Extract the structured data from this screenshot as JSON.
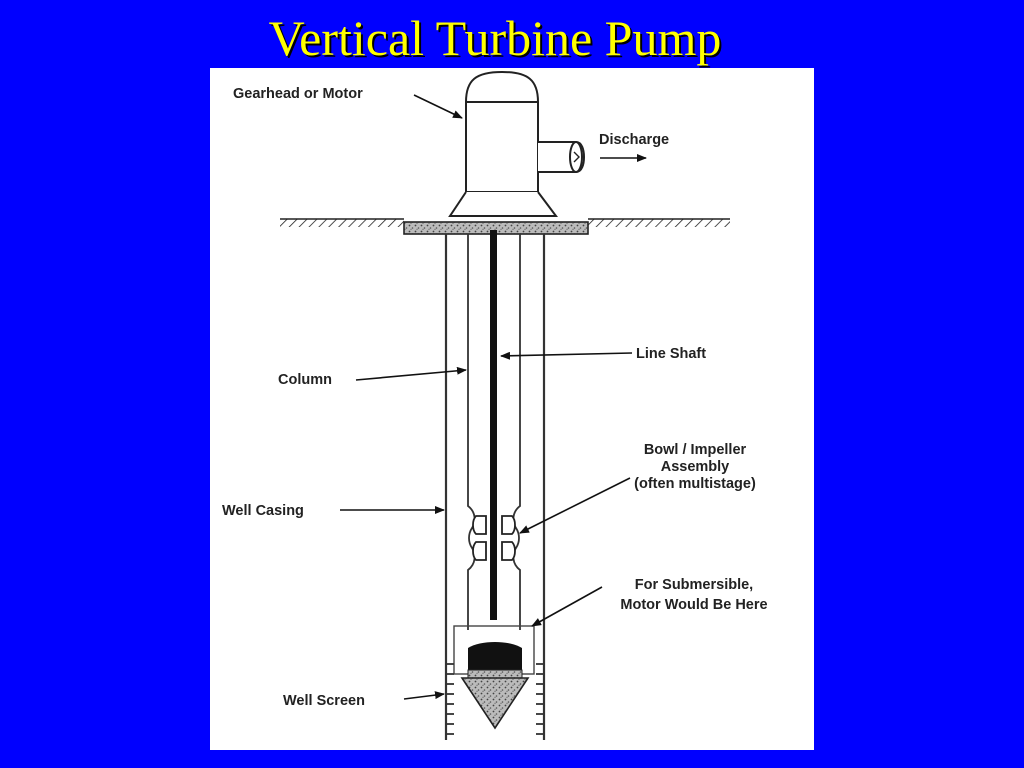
{
  "slide": {
    "title": "Vertical Turbine Pump",
    "background_color": "#0000ff",
    "title_color": "#ffff00"
  },
  "diagram": {
    "labels": {
      "gearhead": "Gearhead or Motor",
      "discharge": "Discharge",
      "line_shaft": "Line Shaft",
      "column": "Column",
      "bowl_line1": "Bowl / Impeller",
      "bowl_line2": "Assembly",
      "bowl_line3": "(often multistage)",
      "well_casing": "Well Casing",
      "submersible_line1": "For Submersible,",
      "submersible_line2": "Motor Would Be Here",
      "well_screen": "Well Screen"
    }
  }
}
